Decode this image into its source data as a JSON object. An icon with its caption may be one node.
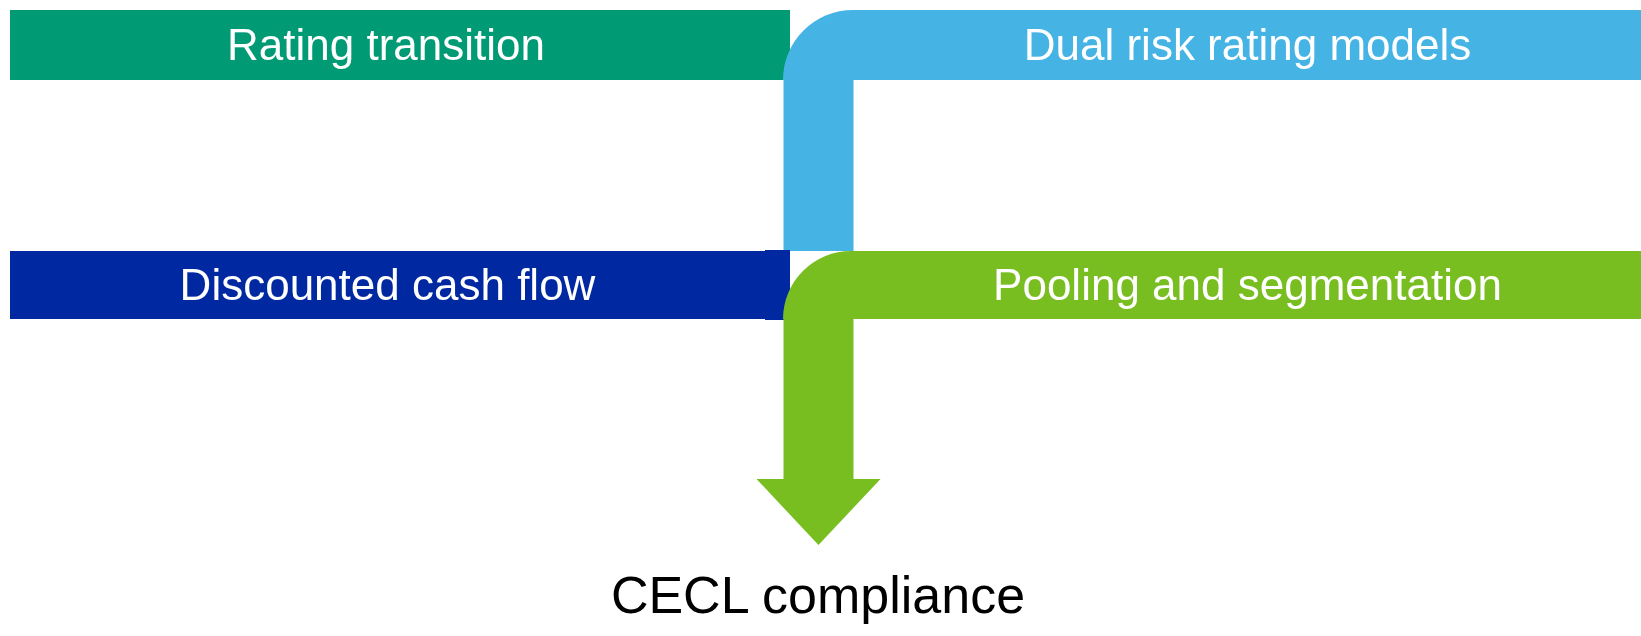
{
  "diagram": {
    "nodes": [
      {
        "text": [
          "Rating transition"
        ]
      },
      {
        "text": [
          "Dual risk rating models"
        ]
      },
      {
        "text": [
          "Discounted cash flow"
        ]
      },
      {
        "text": [
          "Pooling and segmentation"
        ]
      },
      {
        "text": [
          "CECL compliance"
        ]
      }
    ],
    "edges": [
      {
        "from": 0,
        "to": 1,
        "arrow": "none",
        "color": "#009a74"
      },
      {
        "from": 1,
        "to": 3,
        "arrow": "none",
        "color": "#45b4e5"
      },
      {
        "from": 2,
        "to": 3,
        "arrow": "none",
        "color": "#0028a0"
      },
      {
        "from": 3,
        "to": 4,
        "arrow": "to",
        "color": "#78be20"
      }
    ]
  }
}
